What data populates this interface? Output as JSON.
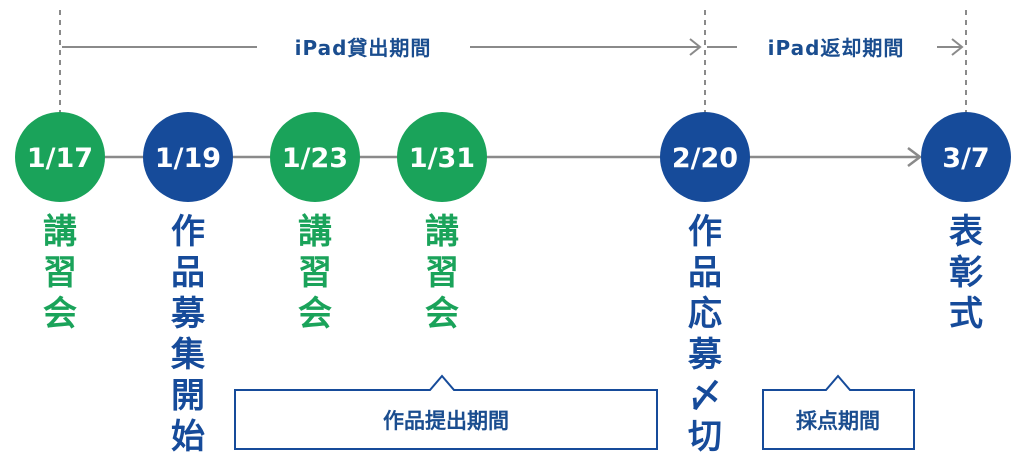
{
  "colors": {
    "green": "#1aa35a",
    "blue": "#164b9a",
    "line": "#8a8a8a",
    "text_blue": "#1a4d8f"
  },
  "periods": {
    "loan": "iPad貸出期間",
    "return": "iPad返却期間"
  },
  "timeline": [
    {
      "date": "1/17",
      "color": "green",
      "label": [
        "講",
        "習",
        "会"
      ]
    },
    {
      "date": "1/19",
      "color": "blue",
      "label": [
        "作",
        "品",
        "募",
        "集",
        "開",
        "始"
      ]
    },
    {
      "date": "1/23",
      "color": "green",
      "label": [
        "講",
        "習",
        "会"
      ]
    },
    {
      "date": "1/31",
      "color": "green",
      "label": [
        "講",
        "習",
        "会"
      ]
    },
    {
      "date": "2/20",
      "color": "blue",
      "label": [
        "作",
        "品",
        "応",
        "募",
        "〆",
        "切"
      ]
    },
    {
      "date": "3/7",
      "color": "blue",
      "label": [
        "表",
        "彰",
        "式"
      ]
    }
  ],
  "boxes": {
    "submission": "作品提出期間",
    "grading": "採点期間"
  }
}
